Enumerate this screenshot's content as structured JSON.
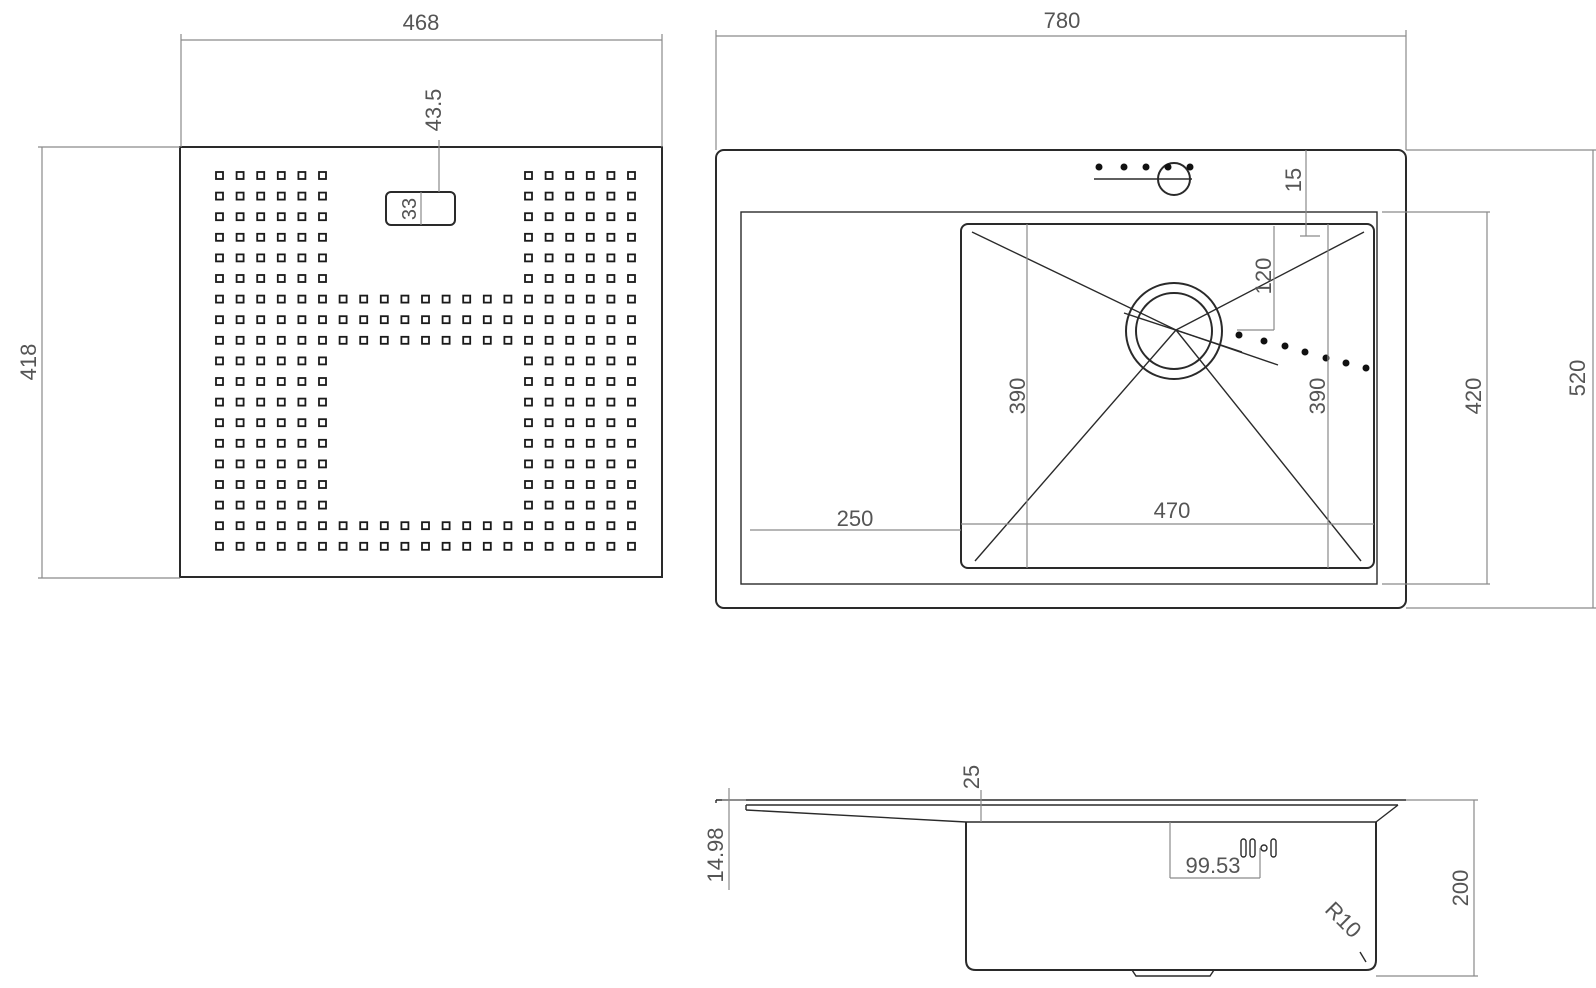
{
  "colors": {
    "outline": "#2a2a2a",
    "dimension": "#8a8a8a",
    "text": "#555555",
    "background": "#ffffff"
  },
  "board": {
    "width_label": "468",
    "height_label": "418",
    "slot_offset_label": "43.5",
    "slot_height_label": "33"
  },
  "top_view": {
    "width_label": "780",
    "height_label": "520",
    "rim_label": "15",
    "drain_offset_label": "120",
    "bowl_height_label": "390",
    "bowl_height_inner_label": "390",
    "inner_height_label": "420",
    "shelf_width_label": "250",
    "bowl_width_label": "470"
  },
  "side_view": {
    "flange_label": "25",
    "lip_label": "14.98",
    "overflow_label": "99.53",
    "depth_label": "200",
    "radius_label": "R10"
  }
}
